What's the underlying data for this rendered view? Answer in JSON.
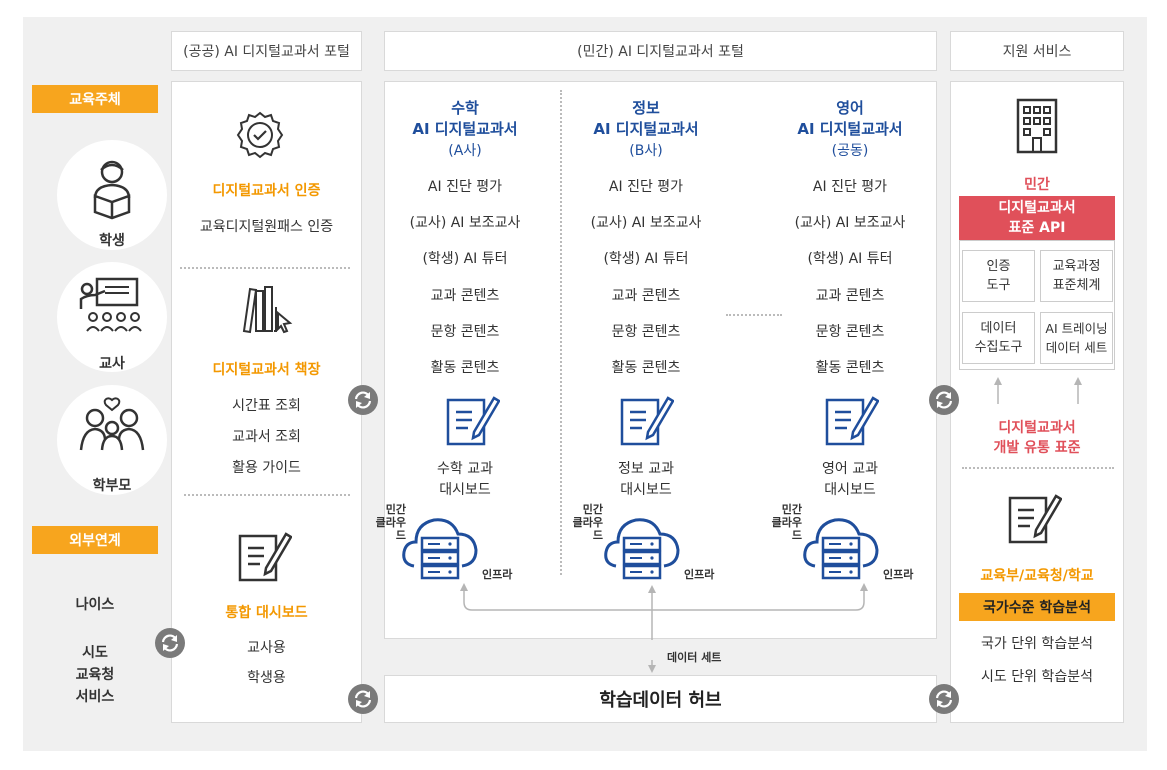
{
  "headers": {
    "public": "(공공) AI 디지털교과서 포털",
    "private": "(민간) AI 디지털교과서 포털",
    "support": "지원 서비스"
  },
  "left": {
    "actors_tag": "교육주체",
    "student": "학생",
    "teacher": "교사",
    "parent": "학부모",
    "external_tag": "외부연계",
    "neis": "나이스",
    "sido_1": "시도",
    "sido_2": "교육청",
    "sido_3": "서비스"
  },
  "public_portal": {
    "cert_title": "디지털교과서 인증",
    "cert_sub": "교육디지털원패스 인증",
    "shelf_title": "디지털교과서 책장",
    "shelf_items": [
      "시간표 조회",
      "교과서 조회",
      "활용 가이드"
    ],
    "dash_title": "통합 대시보드",
    "dash_items": [
      "교사용",
      "학생용"
    ]
  },
  "textbooks": [
    {
      "title1": "수학",
      "title2": "AI 디지털교과서",
      "vendor": "(A사)",
      "dash1": "수학 교과",
      "dash2": "대시보드"
    },
    {
      "title1": "정보",
      "title2": "AI 디지털교과서",
      "vendor": "(B사)",
      "dash1": "정보 교과",
      "dash2": "대시보드"
    },
    {
      "title1": "영어",
      "title2": "AI 디지털교과서",
      "vendor": "(공동)",
      "dash1": "영어 교과",
      "dash2": "대시보드"
    }
  ],
  "features": [
    "AI 진단 평가",
    "(교사) AI 보조교사",
    "(학생) AI 튜터",
    "교과 콘텐츠",
    "문항 콘텐츠",
    "활동 콘텐츠"
  ],
  "cloud": {
    "label1": "민간",
    "label2": "클라우드",
    "infra": "인프라"
  },
  "hub": {
    "dataset": "데이터 세트",
    "title": "학습데이터 허브"
  },
  "support": {
    "private_label": "민간",
    "api_line1": "디지털교과서",
    "api_line2": "표준 API",
    "boxes": [
      {
        "l1": "인증",
        "l2": "도구"
      },
      {
        "l1": "교육과정",
        "l2": "표준체계"
      },
      {
        "l1": "데이터",
        "l2": "수집도구"
      },
      {
        "l1": "AI 트레이닝",
        "l2": "데이터 세트"
      }
    ],
    "std_line1": "디지털교과서",
    "std_line2": "개발 유통 표준",
    "gov_label": "교육부/교육청/학교",
    "analysis_tag": "국가수준 학습분석",
    "analysis_items": [
      "국가 단위 학습분석",
      "시도 단위 학습분석"
    ]
  },
  "colors": {
    "orange": "#f7a51e",
    "blue": "#1f4e9c",
    "red": "#e0505a",
    "sync": "#7a7a7a"
  }
}
